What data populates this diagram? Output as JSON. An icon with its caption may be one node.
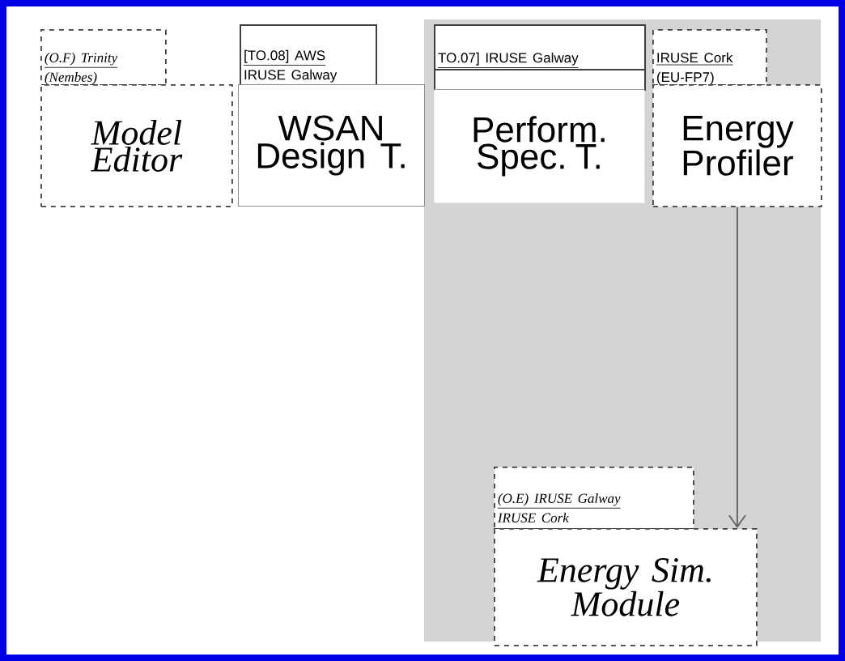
{
  "diagram": {
    "nodes": [
      {
        "text": [
          "(O.F) Trinity",
          "(Nembes)"
        ]
      },
      {
        "text": [
          "Model Editor"
        ]
      },
      {
        "text": [
          "[TO.08] AWS",
          "IRUSE Galway"
        ]
      },
      {
        "text": [
          "WSAN Design T."
        ]
      },
      {
        "text": [
          "TO.07] IRUSE Galway"
        ]
      },
      {
        "text": [
          "Perform. Spec. T."
        ]
      },
      {
        "text": [
          "IRUSE Cork",
          "(EU-FP7)"
        ]
      },
      {
        "text": [
          "Energy Profiler"
        ]
      },
      {
        "text": [
          "(O.E) IRUSE Galway",
          "IRUSE Cork"
        ]
      },
      {
        "text": [
          "Energy Sim. Module"
        ]
      }
    ],
    "edges": [
      {
        "from": 7,
        "to": 9,
        "arrow": "to"
      }
    ]
  }
}
